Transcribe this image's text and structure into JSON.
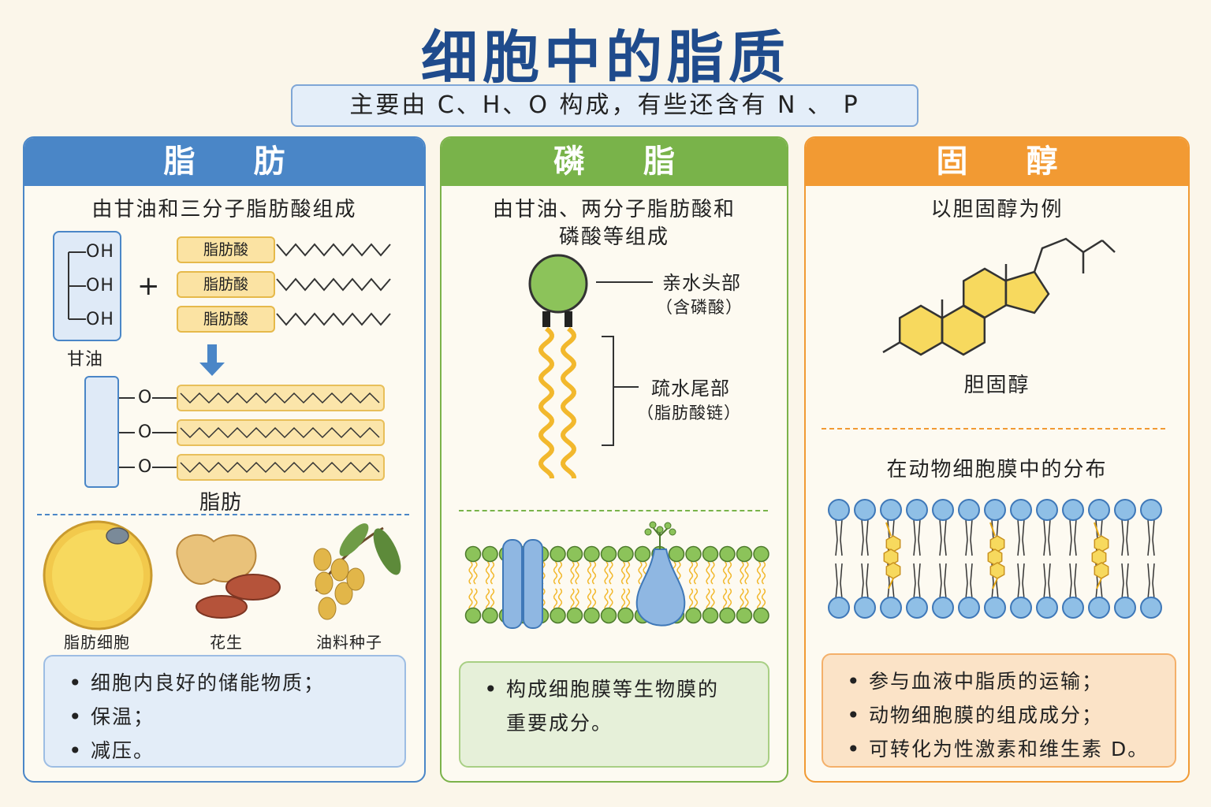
{
  "title": "细胞中的脂质",
  "subtitle": "主要由 C、H、O 构成，有些还含有 N 、 P",
  "colors": {
    "fat": "#4a86c7",
    "phospholipid": "#79b34a",
    "sterol": "#f29a33",
    "title": "#1f4b8c"
  },
  "fat": {
    "header": "脂 肪",
    "composition": "由甘油和三分子脂肪酸组成",
    "oh": [
      "OH",
      "OH",
      "OH"
    ],
    "plus": "+",
    "fatty_acid": [
      "脂肪酸",
      "脂肪酸",
      "脂肪酸"
    ],
    "glycerol": "甘油",
    "o": [
      "O",
      "O",
      "O"
    ],
    "product": "脂肪",
    "examples": [
      "脂肪细胞",
      "花生",
      "油料种子"
    ],
    "functions": [
      "细胞内良好的储能物质；",
      "保温；",
      "减压。"
    ]
  },
  "phospholipid": {
    "header": "磷 脂",
    "composition_line1": "由甘油、两分子脂肪酸和",
    "composition_line2": "磷酸等组成",
    "head_label": "亲水头部",
    "head_sub": "（含磷酸）",
    "tail_label": "疏水尾部",
    "tail_sub": "（脂肪酸链）",
    "function_line1": "构成细胞膜等生物膜的",
    "function_line2": "重要成分。"
  },
  "sterol": {
    "header": "固 醇",
    "example_title": "以胆固醇为例",
    "molecule": "胆固醇",
    "distribution": "在动物细胞膜中的分布",
    "functions": [
      "参与血液中脂质的运输；",
      "动物细胞膜的组成成分；",
      "可转化为性激素和维生素 D。"
    ]
  }
}
